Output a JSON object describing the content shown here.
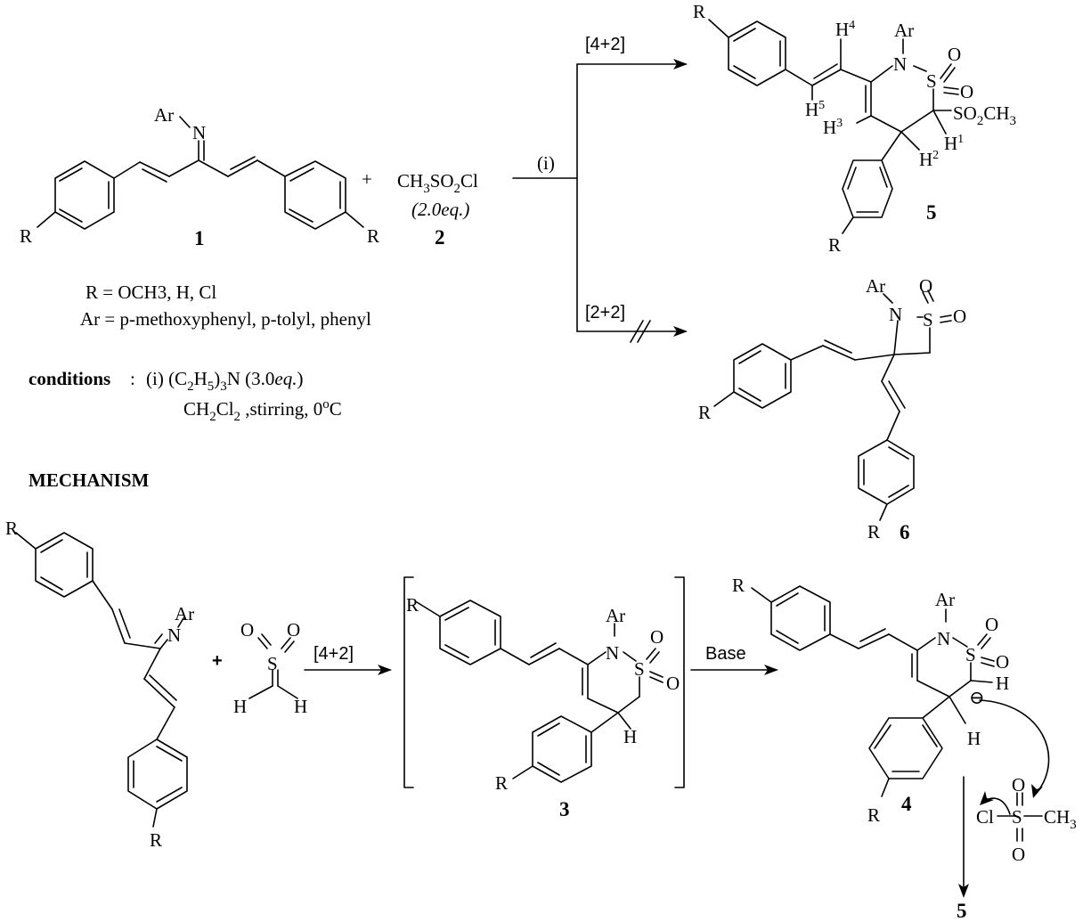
{
  "reaction": {
    "reagent_formula": "CH3SO2Cl",
    "reagent_equiv": "(2.0eq.)",
    "condition_marker": "(i)",
    "pathway_a_label": "[4+2]",
    "pathway_b_label": "[2+2]",
    "plus": "+",
    "compound_labels": {
      "c1": "1",
      "c2": "2",
      "c3": "3",
      "c4": "4",
      "c5": "5",
      "c6": "6"
    }
  },
  "substituents": {
    "R_definition": "R = OCH3, H, Cl",
    "Ar_definition": "Ar = p-methoxyphenyl, p-tolyl, phenyl"
  },
  "conditions": {
    "heading": "conditions",
    "line1": "(i) (C2H5)3N (3.0eq.)",
    "line2": "CH2Cl2 , stirring, 0oC"
  },
  "mechanism": {
    "heading": "MECHANISM",
    "step1_label": "[4+2]",
    "step2_label": "Base"
  },
  "atoms": {
    "R": "R",
    "Ar": "Ar",
    "N": "N",
    "S": "S",
    "O": "O",
    "H": "H",
    "Cl": "Cl",
    "SO2CH3": "SO2CH3",
    "CH3": "CH3",
    "H1": "H1",
    "H2": "H2",
    "H3": "H3",
    "H4": "H4",
    "H5": "H5",
    "minus": "⊖"
  }
}
